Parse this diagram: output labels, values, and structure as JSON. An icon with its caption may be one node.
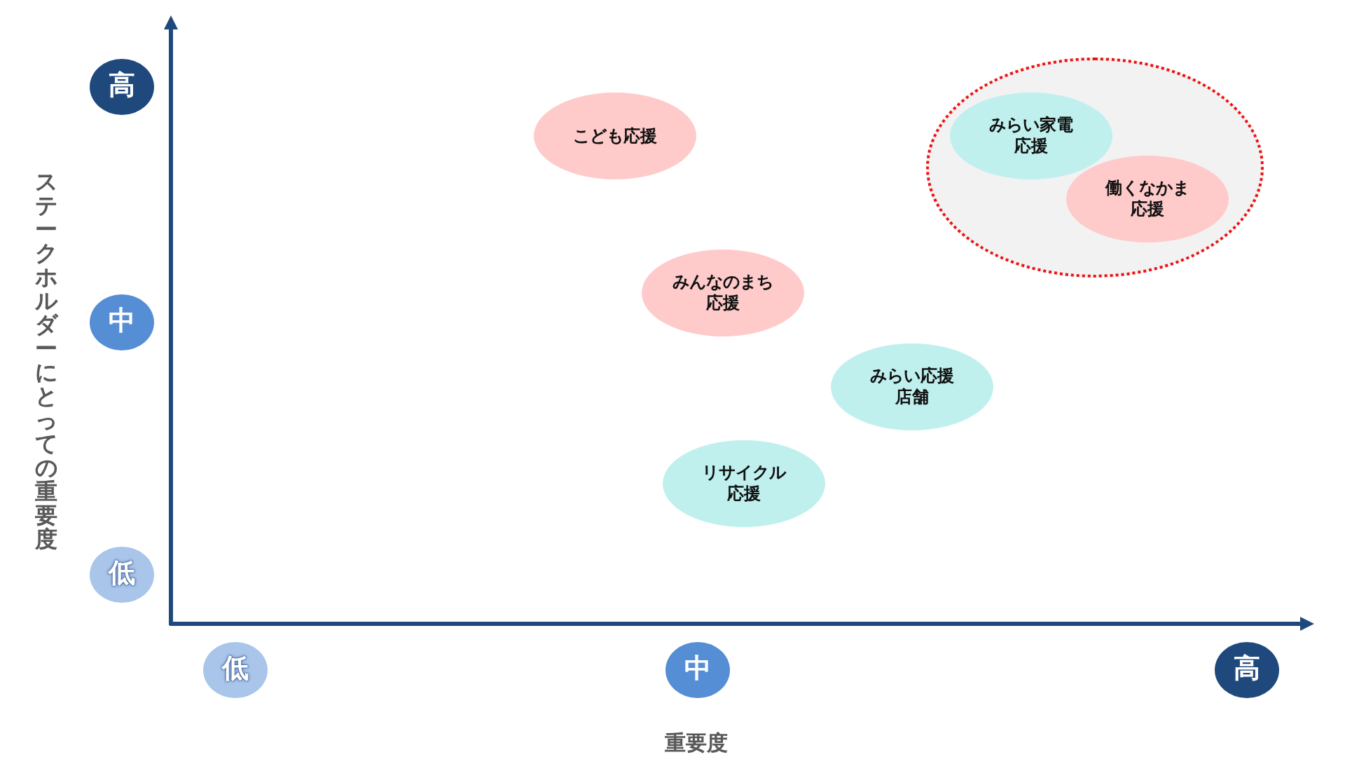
{
  "diagram": {
    "nodes": [
      {
        "text": [
          "高"
        ]
      },
      {
        "text": [
          "中"
        ]
      },
      {
        "text": [
          "低"
        ]
      },
      {
        "text": [
          "こども応援"
        ]
      },
      {
        "text": [],
        "shape": "circle"
      },
      {
        "text": [
          "みらい家電応援"
        ],
        "in": 4
      },
      {
        "text": [
          "働くなかま応援"
        ],
        "in": 4
      },
      {
        "text": [
          "みんなのまち応援"
        ]
      },
      {
        "text": [
          "みらい応援店舗"
        ]
      },
      {
        "text": [
          "リサイクル応援"
        ]
      },
      {
        "text": [
          "低"
        ]
      },
      {
        "text": [
          "中"
        ]
      },
      {
        "text": [
          "高"
        ]
      }
    ],
    "labels": [
      "ステークホルダーにとっての重要度",
      "重要度"
    ]
  }
}
